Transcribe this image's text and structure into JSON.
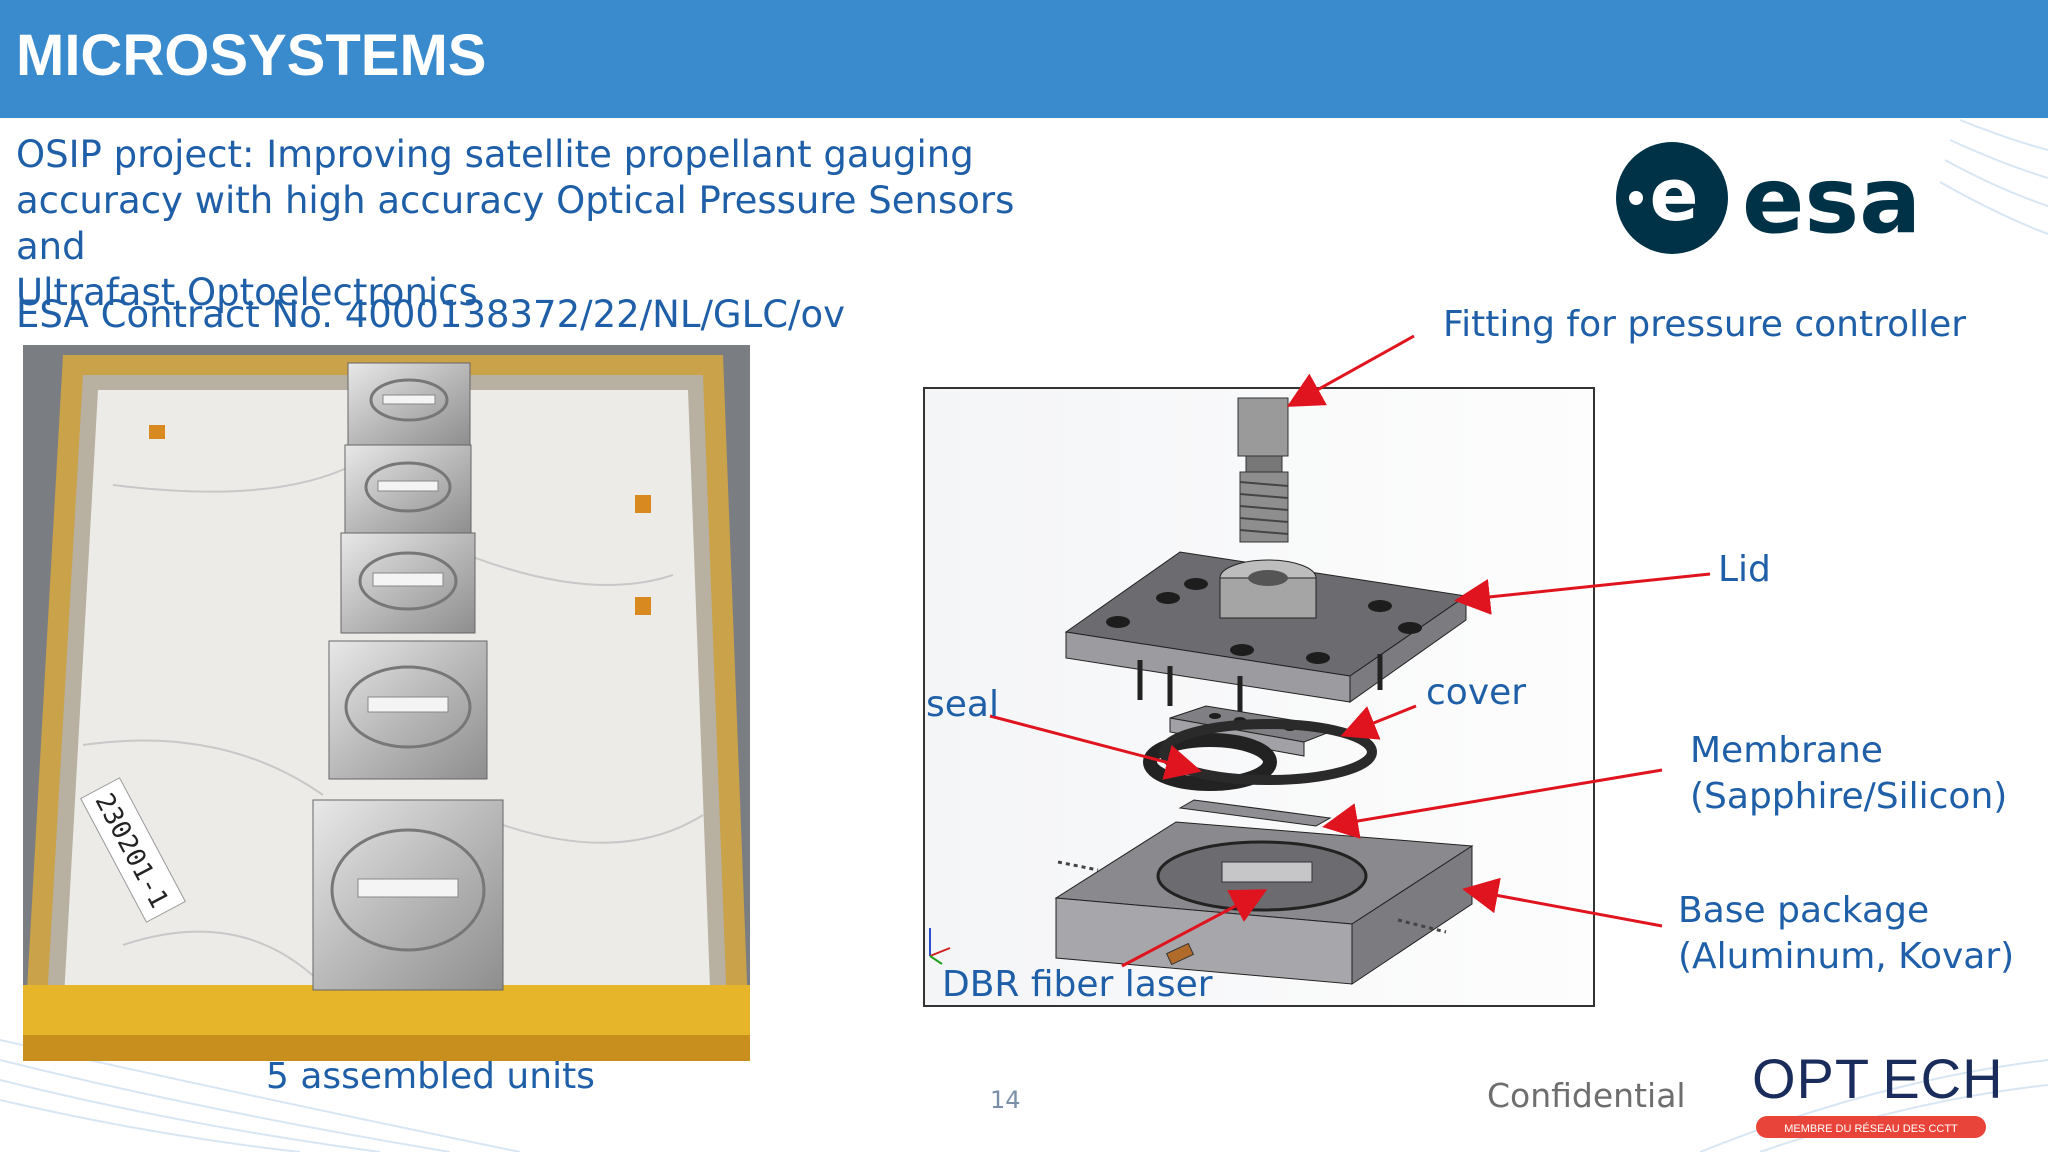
{
  "header": {
    "title": "MICROSYSTEMS",
    "bg_color": "#3a8bcd"
  },
  "intro": {
    "project_line1": "OSIP project: Improving satellite propellant gauging",
    "project_line2": "accuracy with high accuracy Optical Pressure Sensors and",
    "project_line3": "Ultrafast Optoelectronics",
    "contract": "ESA Contract No. 4000138372/22/NL/GLC/ov"
  },
  "logos": {
    "esa": "esa",
    "optech": "OPT ECH",
    "optech_tagline": "MEMBRE DU RÉSEAU DES CCTT"
  },
  "photo": {
    "caption": "5 assembled units",
    "tray_label": "230201-1"
  },
  "diagram": {
    "labels": {
      "fitting": "Fitting for pressure controller",
      "lid": "Lid",
      "cover": "cover",
      "seal": "seal",
      "membrane_line1": "Membrane",
      "membrane_line2": "(Sapphire/Silicon)",
      "base_line1": "Base package",
      "base_line2": "(Aluminum, Kovar)",
      "laser": "DBR fiber laser"
    },
    "arrow_color": "#e0141e"
  },
  "footer": {
    "page_number": "14",
    "confidential": "Confidential"
  }
}
